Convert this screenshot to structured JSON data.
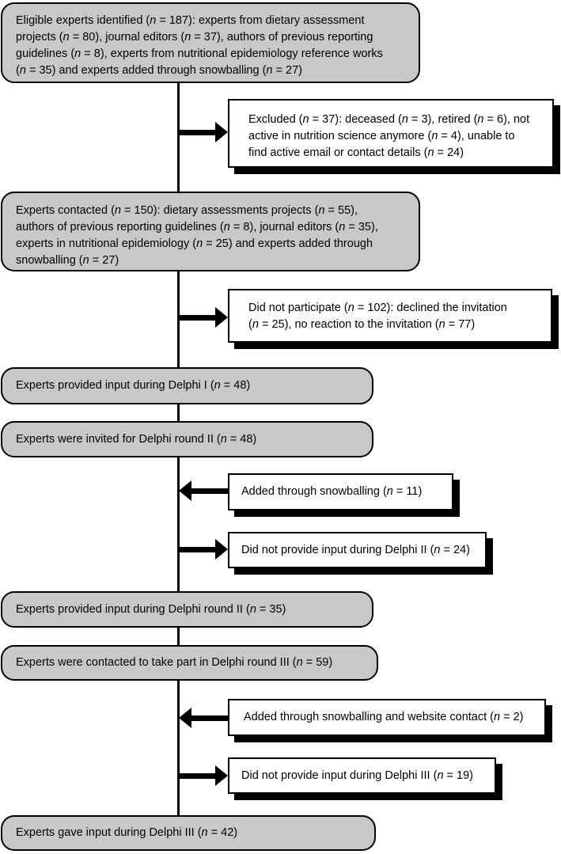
{
  "colors": {
    "gray_fill": "#c8c8c8",
    "white_fill": "#ffffff",
    "line_color": "#000000",
    "shadow_color": "#000000",
    "text_color": "#000000",
    "page_bg": "#ffffff"
  },
  "flowchart": {
    "boxes": {
      "eligible": {
        "lines": [
          "Eligible experts identified (n = 187): experts from dietary assessment",
          "projects (n = 80), journal editors (n = 37), authors of previous reporting",
          "guidelines (n = 8), experts from nutritional epidemiology reference works",
          "(n = 35) and experts added through snowballing (n = 27)"
        ]
      },
      "excluded": {
        "lines": [
          "Excluded (n = 37): deceased (n = 3), retired (n = 6), not",
          "active in nutrition science anymore (n = 4), unable to",
          "find active email or contact details (n = 24)"
        ]
      },
      "contacted": {
        "lines": [
          "Experts contacted (n = 150): dietary assessments projects (n = 55),",
          "authors of previous reporting guidelines (n = 8), journal editors (n = 35),",
          "experts in nutritional epidemiology (n = 25) and experts added through",
          "snowballing (n = 27)"
        ]
      },
      "did_not_participate": {
        "lines": [
          "Did not participate (n = 102): declined the invitation",
          "(n = 25), no reaction to the invitation (n = 77)"
        ]
      },
      "delphi1_input": {
        "text": "Experts provided input during Delphi I (n = 48)"
      },
      "delphi2_invited": {
        "text": "Experts were invited for Delphi round II (n = 48)"
      },
      "snowballing_11": {
        "text": "Added through snowballing (n = 11)"
      },
      "no_input_delphi2": {
        "text": "Did not provide input during Delphi II (n = 24)"
      },
      "delphi2_input": {
        "text": "Experts provided input during Delphi round II (n = 35)"
      },
      "delphi3_contacted": {
        "text": "Experts were contacted to take part in Delphi round III (n = 59)"
      },
      "snowballing_website_2": {
        "text": "Added through snowballing and website contact (n = 2)"
      },
      "no_input_delphi3": {
        "text": "Did not provide input during Delphi III (n = 19)"
      },
      "delphi3_input": {
        "text": "Experts gave input during Delphi III (n = 42)"
      }
    }
  }
}
